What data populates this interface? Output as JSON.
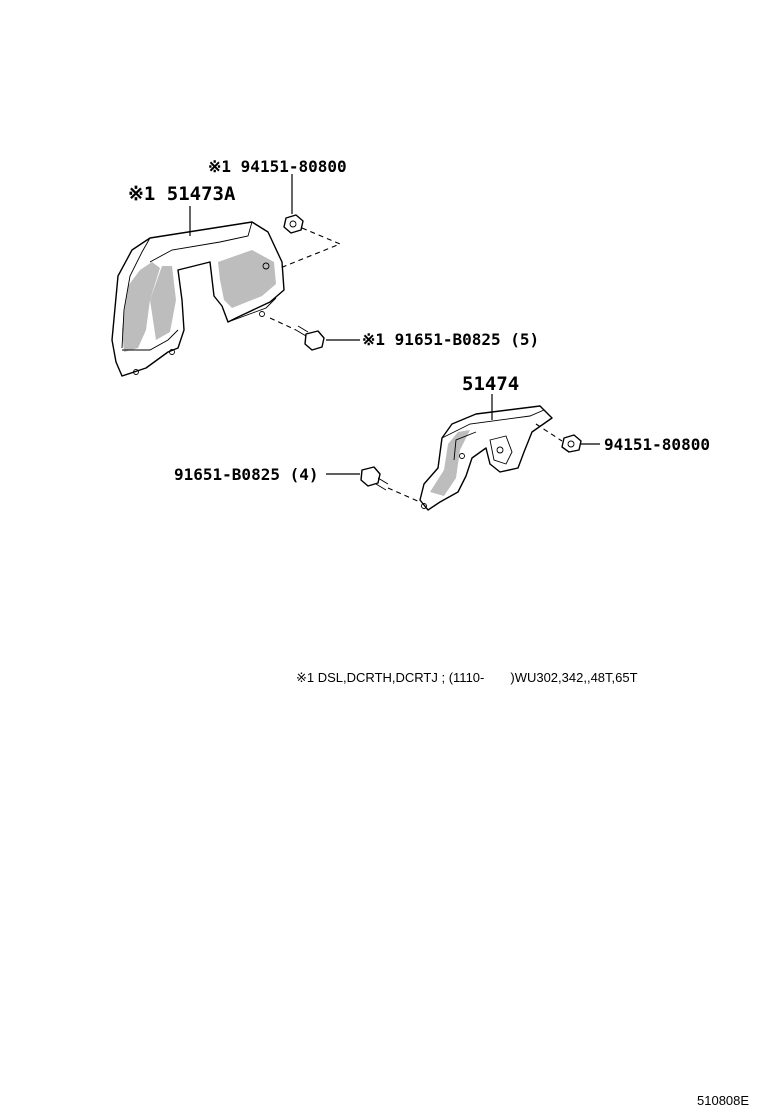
{
  "callouts": {
    "nut_top_left": "※1 94151-80800",
    "cover_a": "※1 51473A",
    "bolt_left": "※1 91651-B0825 (5)",
    "cover_b": "51474",
    "nut_right": "94151-80800",
    "bolt_right": "91651-B0825 (4)"
  },
  "note": "※1 DSL,DCRTH,DCRTJ ; (1110-　　)WU302,342,,48T,65T",
  "figure_id": "510808E"
}
